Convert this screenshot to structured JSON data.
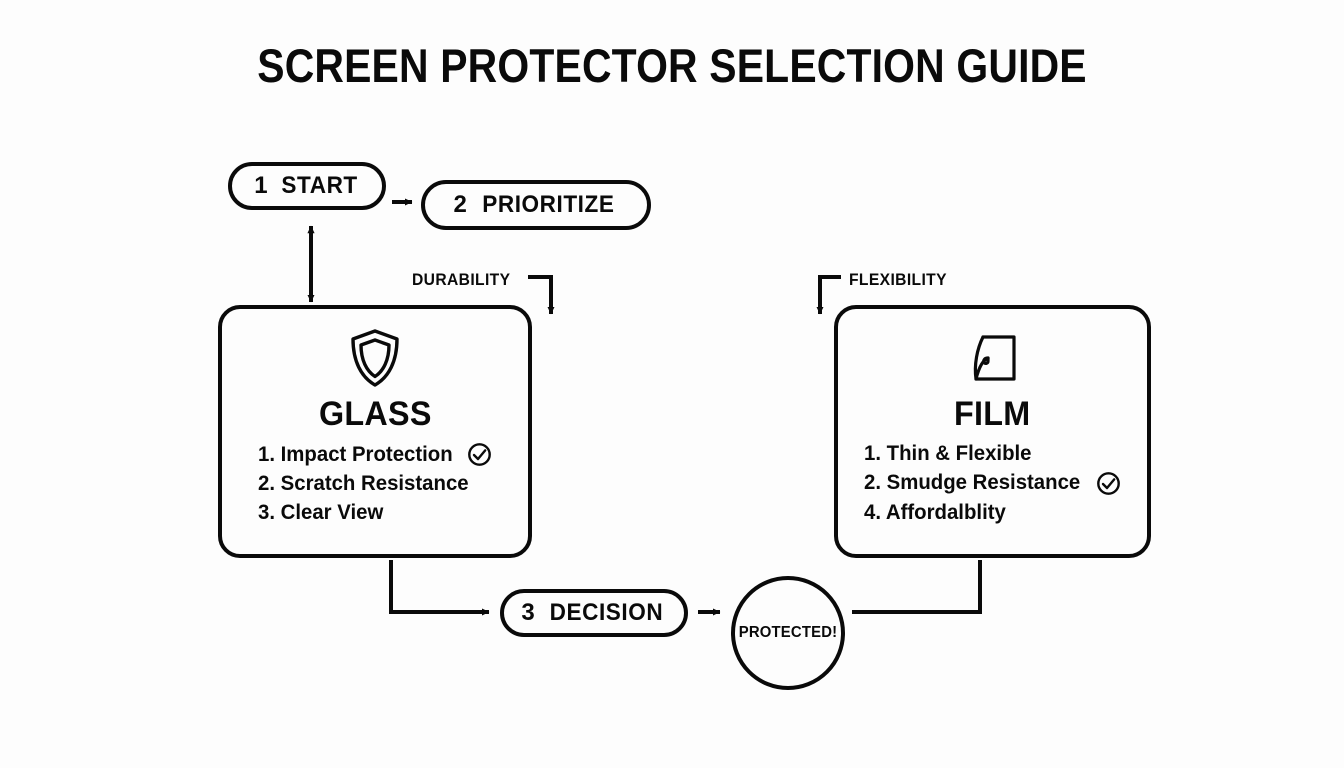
{
  "page": {
    "title": "SCREEN PROTECTOR SELECTION GUIDE",
    "background_color": "#fdfdfd",
    "ink_color": "#0a0a0a"
  },
  "flow": {
    "start": {
      "number": "1",
      "label": "START"
    },
    "prioritize": {
      "number": "2",
      "label": "PRIORITIZE"
    },
    "decision": {
      "number": "3",
      "label": "DECISION"
    },
    "terminal": {
      "label": "PROTECTED!"
    }
  },
  "branches": {
    "left_label": "DURABILITY",
    "right_label": "FLEXIBILITY"
  },
  "cards": [
    {
      "id": "glass",
      "title": "GLASS",
      "icon": "shield-icon",
      "items": [
        {
          "text": "1. Impact Protection",
          "checked": true
        },
        {
          "text": "2. Scratch Resistance",
          "checked": false
        },
        {
          "text": "3. Clear View",
          "checked": false
        }
      ]
    },
    {
      "id": "film",
      "title": "FILM",
      "icon": "film-sheet-icon",
      "items": [
        {
          "text": "1. Thin & Flexible",
          "checked": false
        },
        {
          "text": "2. Smudge Resistance",
          "checked": true
        },
        {
          "text": "4. Affordalblity",
          "checked": false
        }
      ]
    }
  ]
}
